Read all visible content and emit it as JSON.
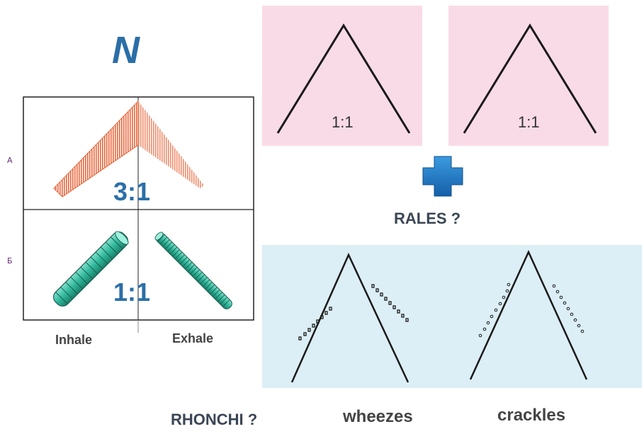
{
  "title": "N",
  "grid": {
    "row_labels": [
      "A",
      "Б"
    ],
    "ratio_top": "3:1",
    "ratio_bottom": "1:1",
    "x_labels": [
      "Inhale",
      "Exhale"
    ]
  },
  "pink_panels": [
    {
      "ratio": "1:1"
    },
    {
      "ratio": "1:1"
    }
  ],
  "plus_color": "#1f78c8",
  "rales_label": "RALES ?",
  "rhonchi_label": "RHONCHI ?",
  "sound_types": [
    "wheezes",
    "crackles"
  ],
  "colors": {
    "title_blue": "#2b6fa8",
    "pink_panel": "#f9dbe7",
    "blue_panel": "#dceef6",
    "inhale_orange": "#e8643a",
    "bronchus_teal": "#3cc4a8"
  }
}
